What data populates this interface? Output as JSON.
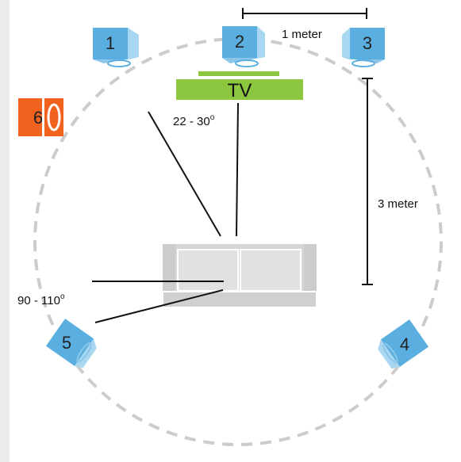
{
  "speakers": [
    {
      "label": "1"
    },
    {
      "label": "2"
    },
    {
      "label": "3"
    },
    {
      "label": "4"
    },
    {
      "label": "5"
    },
    {
      "label": "6"
    }
  ],
  "tv": {
    "label": "TV"
  },
  "measurements": {
    "width_label": "1 meter",
    "height_label": "3 meter"
  },
  "angles": {
    "front_angle": "22 - 30",
    "front_angle_unit": "o",
    "side_angle": "90 - 110",
    "side_angle_unit": "o"
  },
  "colors": {
    "speaker_blue": "#5aafe0",
    "subwoofer_orange": "#f0621e",
    "tv_green": "#8dc63f",
    "circle_dash": "#cccccc",
    "couch_gray": "#d7d7d7"
  }
}
